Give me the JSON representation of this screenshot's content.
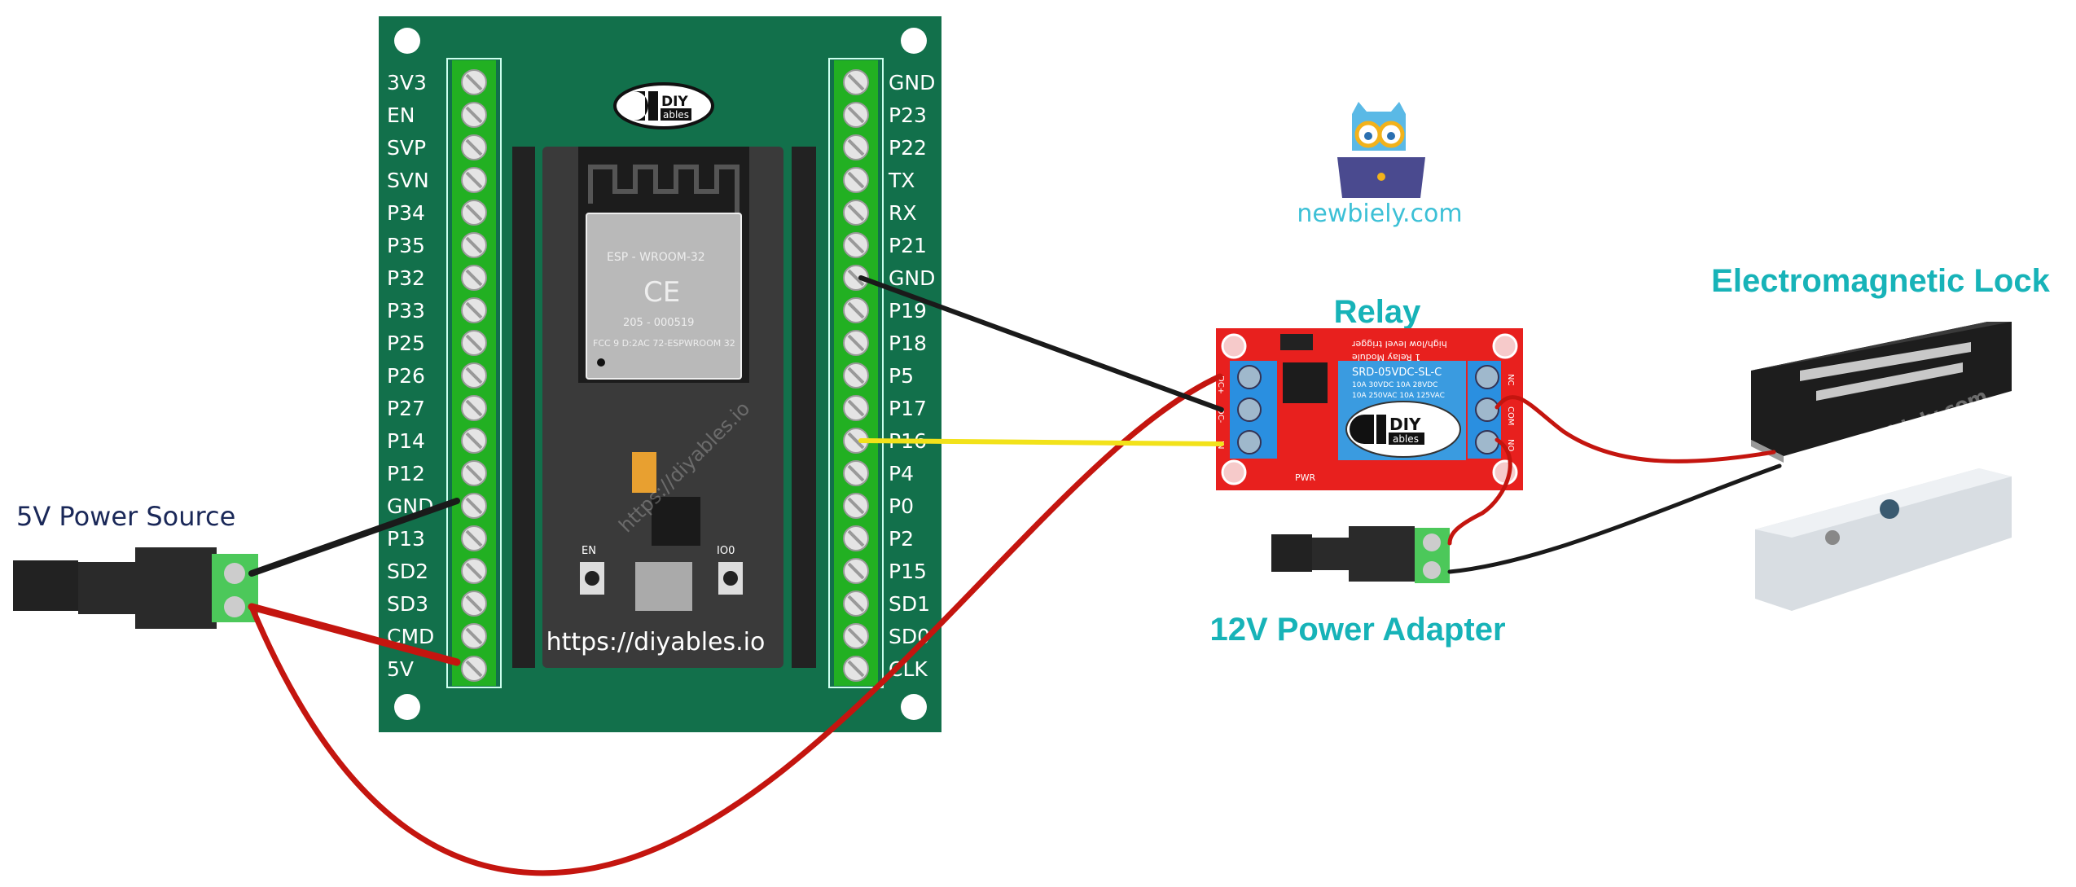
{
  "labels": {
    "power_source_5v": "5V Power Source",
    "relay": "Relay",
    "lock": "Electromagnetic Lock",
    "adapter_12v": "12V Power Adapter",
    "newbiely": "newbiely.com"
  },
  "board": {
    "url": "https://diyables.io",
    "watermark": "https://diyables.io",
    "logo_top": "DIY",
    "logo_bottom": "ables",
    "left_pins": [
      "3V3",
      "EN",
      "SVP",
      "SVN",
      "P34",
      "P35",
      "P32",
      "P33",
      "P25",
      "P26",
      "P27",
      "P14",
      "P12",
      "GND",
      "P13",
      "SD2",
      "SD3",
      "CMD",
      "5V"
    ],
    "right_pins": [
      "GND",
      "P23",
      "P22",
      "TX",
      "RX",
      "P21",
      "GND",
      "P19",
      "P18",
      "P5",
      "P17",
      "P16",
      "P4",
      "P0",
      "P2",
      "P15",
      "SD1",
      "SD0",
      "CLK"
    ],
    "module": {
      "name": "ESP - WROOM-32",
      "ce": "CE",
      "reg": "205 - 000519",
      "fcc": "FCC 9 D:2AC 72-ESPWROOM 32",
      "btn_en": "EN",
      "btn_io0": "IO0"
    }
  },
  "relay": {
    "line1": "high/low level trigger",
    "line2": "1 Relay Module",
    "model": "SRD-05VDC-SL-C",
    "rating1": "10A 30VDC 10A 28VDC",
    "rating2": "10A 250VAC 10A 125VAC",
    "logo_top": "DIY",
    "logo_bottom": "ables",
    "left_terms": [
      "DC+",
      "DC-",
      "IN"
    ],
    "right_terms": [
      "NC",
      "COM",
      "NO"
    ],
    "pwr": "PWR"
  },
  "lock": {
    "watermark": "newbiely.com"
  },
  "colors": {
    "board": "#12704b",
    "terminal": "#22b022",
    "relay_pcb": "#e8201e",
    "relay_blue": "#3a9be0",
    "title": "#17b3b8",
    "wire_red": "#c4150f",
    "wire_black": "#1a1a1a",
    "wire_yellow": "#f2e21a"
  },
  "icons": [
    "screw-terminal",
    "owl-laptop-logo",
    "dc-jack",
    "diyables-logo"
  ]
}
